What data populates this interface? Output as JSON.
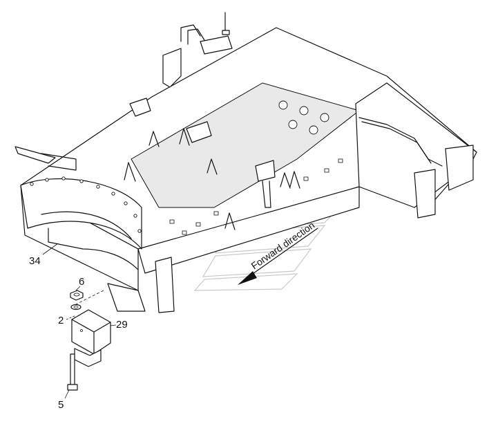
{
  "callouts": {
    "c34": "34",
    "c6": "6",
    "c2": "2",
    "c29": "29",
    "c5": "5"
  },
  "direction_label": "Forward direction"
}
